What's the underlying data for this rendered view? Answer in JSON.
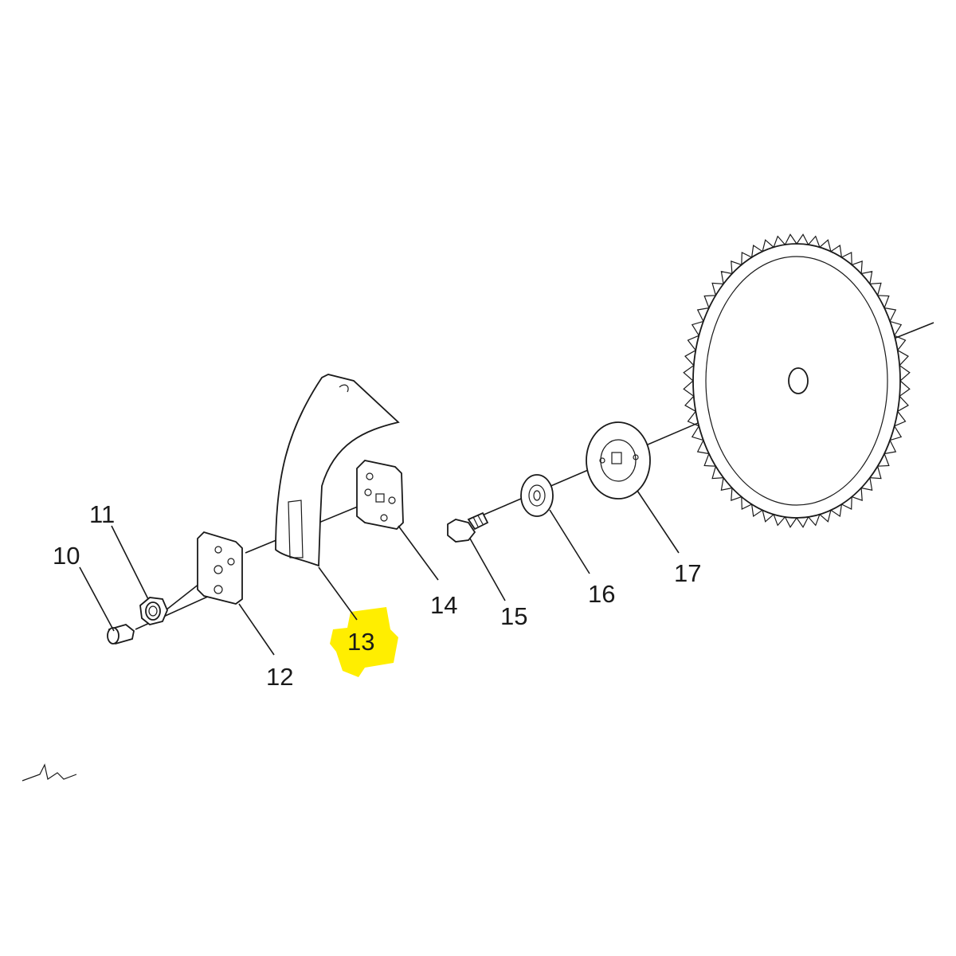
{
  "diagram": {
    "highlight_color": "#ffee00",
    "ink_color": "#1a1a1a",
    "labels": {
      "p10": "10",
      "p11": "11",
      "p12": "12",
      "p13": "13",
      "p14": "14",
      "p15": "15",
      "p16": "16",
      "p17": "17"
    },
    "highlighted_part": "13"
  }
}
